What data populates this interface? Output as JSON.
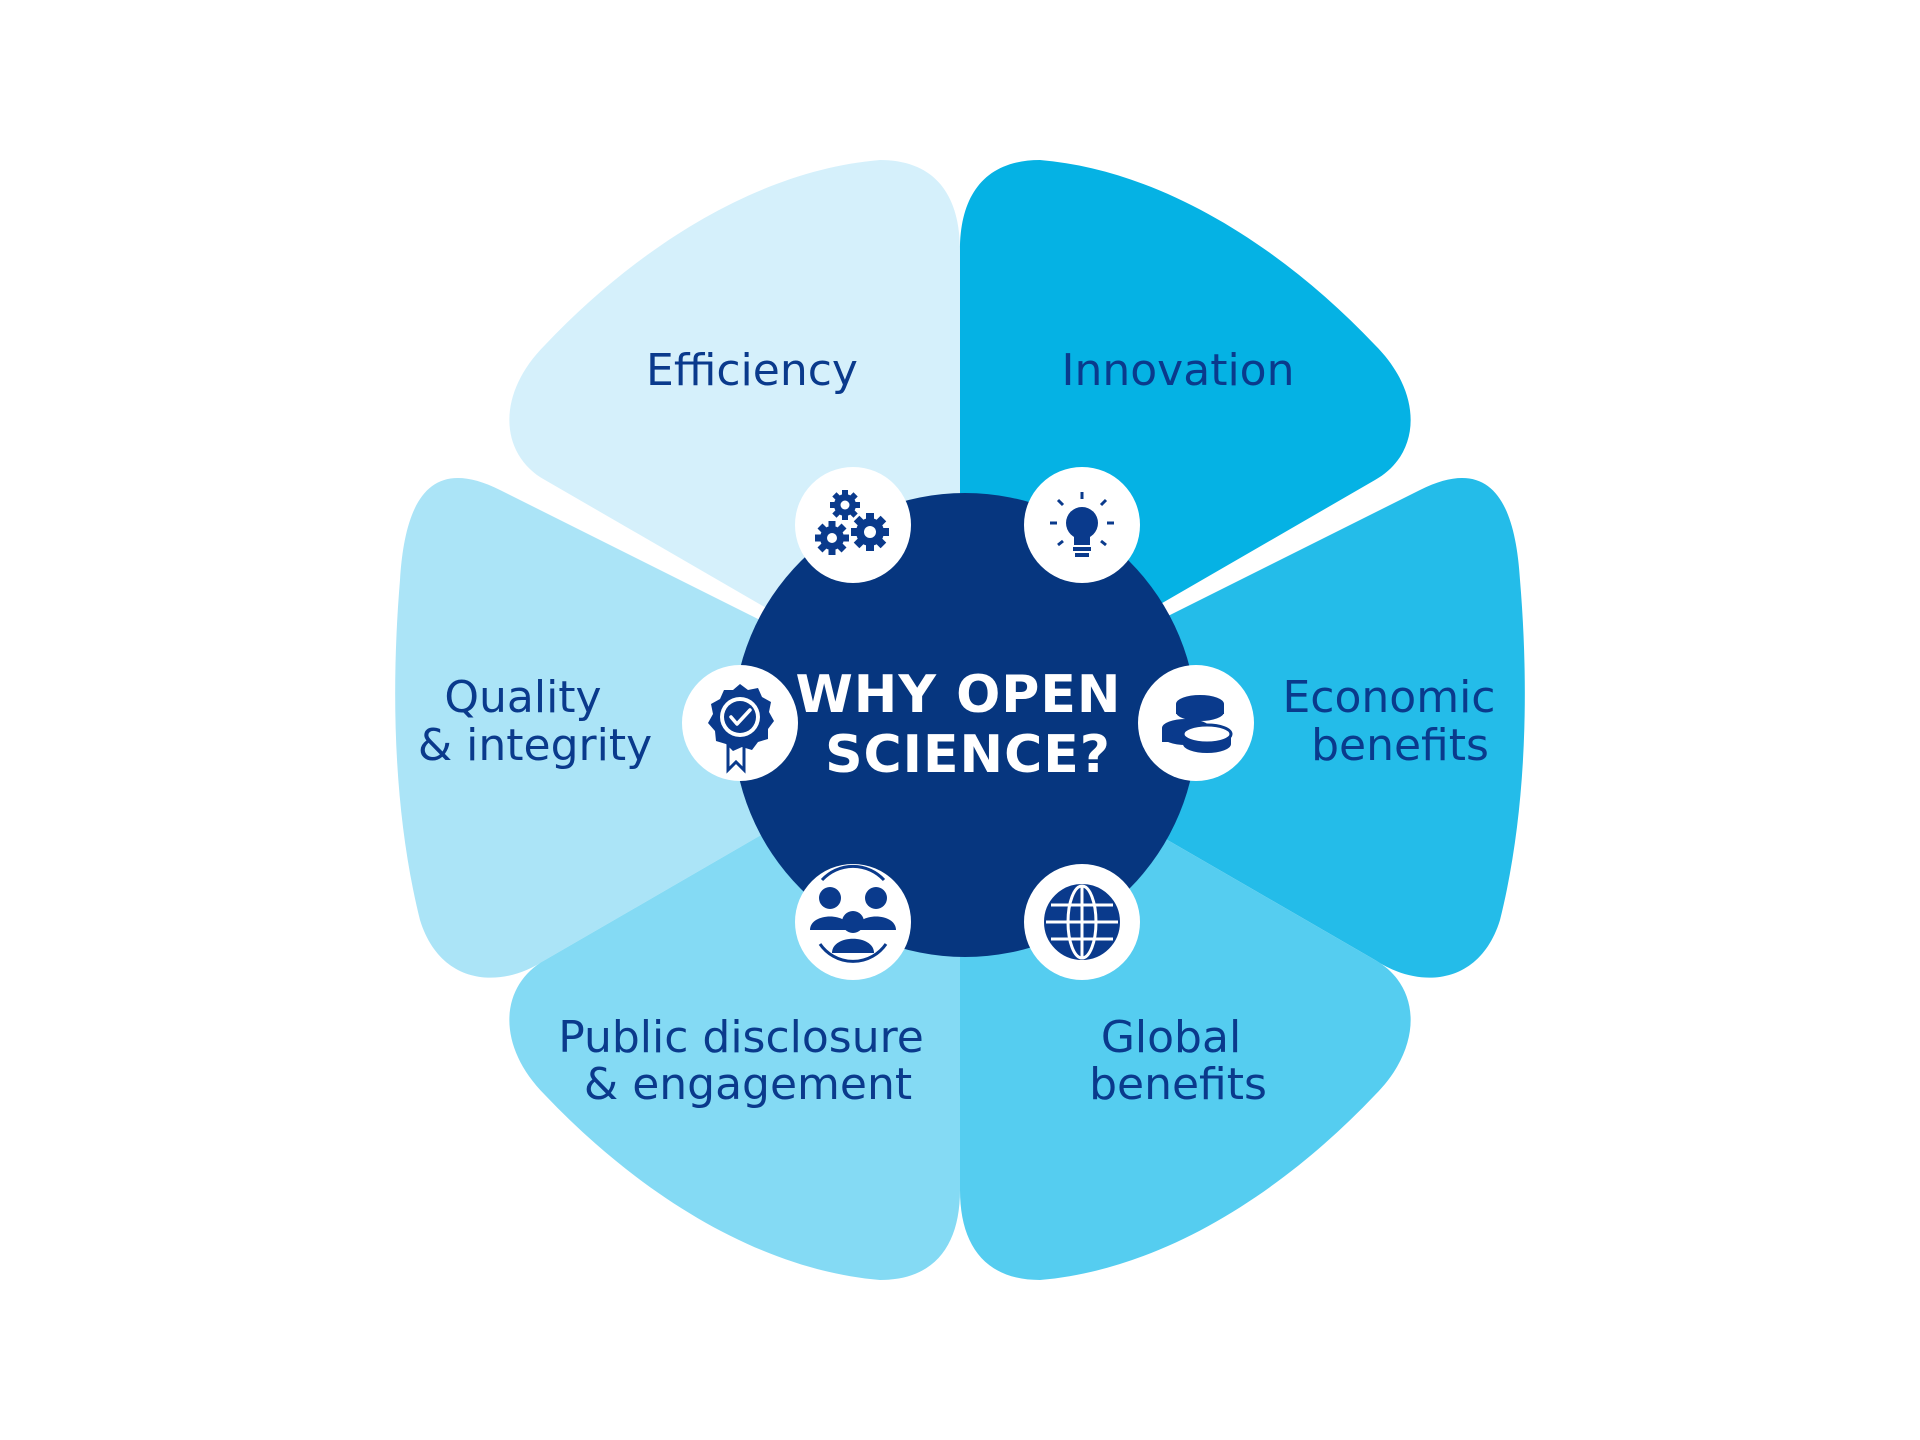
{
  "hub": {
    "line1": "WHY OPEN",
    "line2": "SCIENCE?"
  },
  "petals": [
    {
      "id": "efficiency",
      "lines": [
        "Efficiency"
      ],
      "icon": "gears-icon",
      "color": "#d5f0fb"
    },
    {
      "id": "innovation",
      "lines": [
        "Innovation"
      ],
      "icon": "lightbulb-icon",
      "color": "#05b2e4"
    },
    {
      "id": "economic",
      "lines": [
        "Economic",
        "benefits"
      ],
      "icon": "coins-icon",
      "color": "#24bce9"
    },
    {
      "id": "global",
      "lines": [
        "Global",
        "benefits"
      ],
      "icon": "globe-icon",
      "color": "#55cdf0"
    },
    {
      "id": "public",
      "lines": [
        "Public disclosure",
        "& engagement"
      ],
      "icon": "people-icon",
      "color": "#84daf4"
    },
    {
      "id": "quality",
      "lines": [
        "Quality",
        "& integrity"
      ],
      "icon": "award-badge-icon",
      "color": "#abe4f7"
    }
  ],
  "colors": {
    "hub": "#06367f",
    "label": "#0a3a8c",
    "icon_bg": "#ffffff"
  }
}
